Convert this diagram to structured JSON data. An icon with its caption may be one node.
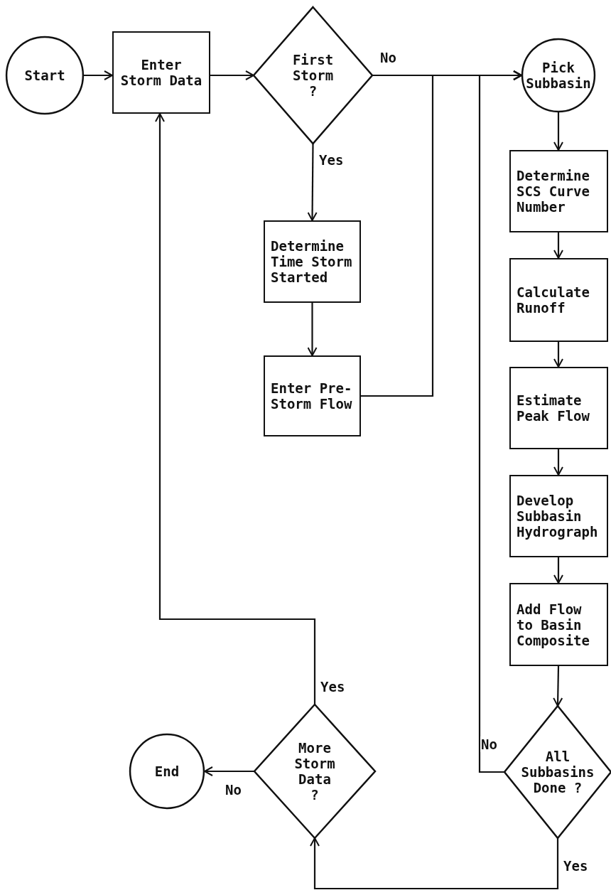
{
  "diagram": {
    "nodes": [
      {
        "text": [
          "Start"
        ]
      },
      {
        "text": [
          "Enter Storm Data"
        ]
      },
      {
        "text": [
          "First Storm ?"
        ]
      },
      {
        "text": [
          "Pick Subbasin"
        ]
      },
      {
        "text": [
          "Determine Time Storm Started"
        ]
      },
      {
        "text": [
          "Enter Pre-Storm Flow"
        ]
      },
      {
        "text": [
          "Determine SCS Curve Number"
        ]
      },
      {
        "text": [
          "Calculate Runoff"
        ]
      },
      {
        "text": [
          "Estimate Peak Flow"
        ]
      },
      {
        "text": [
          "Develop Subbasin Hydrograph"
        ]
      },
      {
        "text": [
          "Add Flow to Basin Composite"
        ]
      },
      {
        "text": [
          "All Subbasins Done ?"
        ]
      },
      {
        "text": [
          "More Storm Data ?"
        ]
      },
      {
        "text": [
          "End"
        ]
      }
    ],
    "edges": [
      {
        "from": 0,
        "to": 1,
        "arrow": "to"
      },
      {
        "from": 1,
        "to": 2,
        "arrow": "to"
      },
      {
        "from": 2,
        "to": 3,
        "arrow": "to",
        "label": "No"
      },
      {
        "from": 2,
        "to": 4,
        "arrow": "to",
        "label": "Yes"
      },
      {
        "from": 4,
        "to": 5,
        "arrow": "to"
      },
      {
        "from": 5,
        "to": 3,
        "arrow": "to"
      },
      {
        "from": 3,
        "to": 6,
        "arrow": "to"
      },
      {
        "from": 6,
        "to": 7,
        "arrow": "to"
      },
      {
        "from": 7,
        "to": 8,
        "arrow": "to"
      },
      {
        "from": 8,
        "to": 9,
        "arrow": "to"
      },
      {
        "from": 9,
        "to": 10,
        "arrow": "to"
      },
      {
        "from": 10,
        "to": 11,
        "arrow": "to"
      },
      {
        "from": 11,
        "to": 3,
        "arrow": "to",
        "label": "No"
      },
      {
        "from": 11,
        "to": 12,
        "arrow": "to",
        "label": "Yes"
      },
      {
        "from": 12,
        "to": 1,
        "arrow": "to",
        "label": "Yes"
      },
      {
        "from": 12,
        "to": 13,
        "arrow": "to",
        "label": "No"
      }
    ]
  }
}
